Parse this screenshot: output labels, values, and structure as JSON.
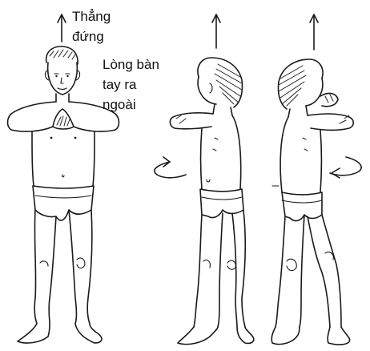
{
  "labels": {
    "straight_line1": "Thẳng",
    "straight_line2": "đứng",
    "palm_line1": "Lòng bàn",
    "palm_line2": "tay ra",
    "palm_line3": "ngoài"
  },
  "figures": [
    {
      "view": "front",
      "arrows": [
        "up"
      ]
    },
    {
      "view": "twist-left",
      "arrows": [
        "up",
        "rotate-left"
      ]
    },
    {
      "view": "twist-right",
      "arrows": [
        "up",
        "rotate-right"
      ]
    }
  ],
  "colors": {
    "ink": "#1a1a1a",
    "background": "#ffffff"
  }
}
